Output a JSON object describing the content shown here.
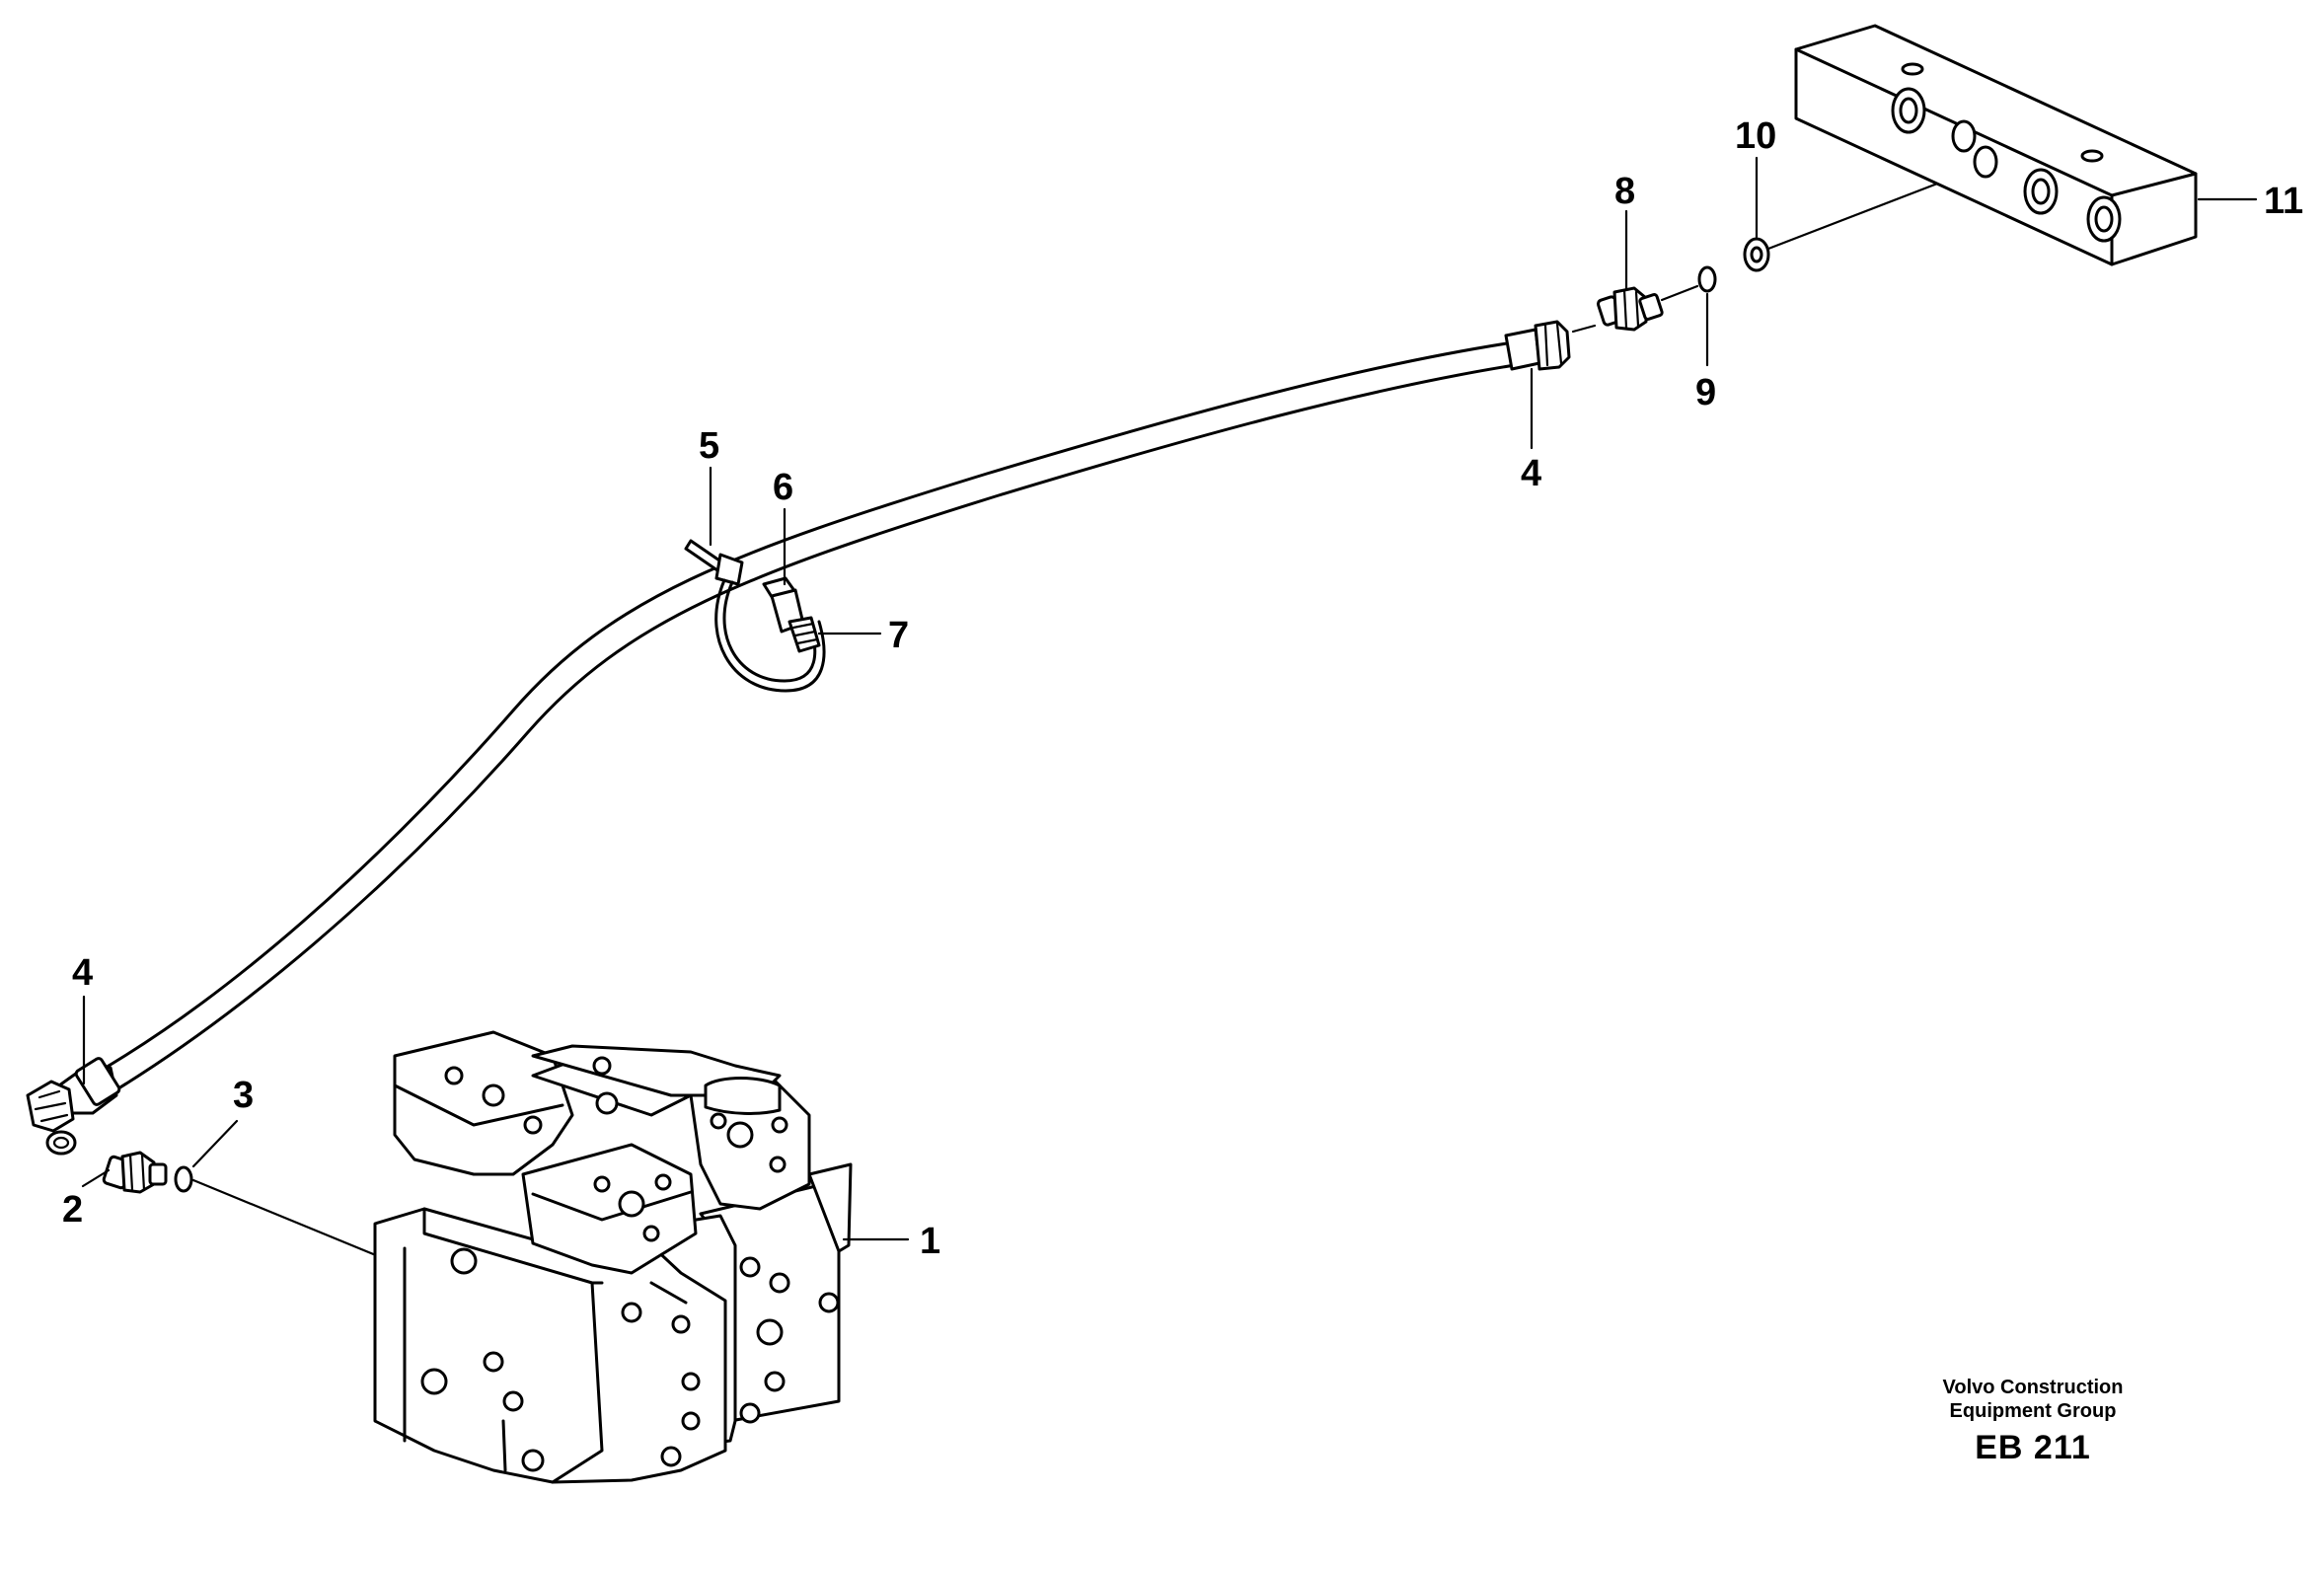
{
  "callouts": {
    "c1": "1",
    "c2": "2",
    "c3": "3",
    "c4a": "4",
    "c4b": "4",
    "c5": "5",
    "c6": "6",
    "c7": "7",
    "c8": "8",
    "c9": "9",
    "c10": "10",
    "c11": "11"
  },
  "footer": {
    "line1": "Volvo Construction",
    "line2": "Equipment Group",
    "code": "EB 211"
  }
}
